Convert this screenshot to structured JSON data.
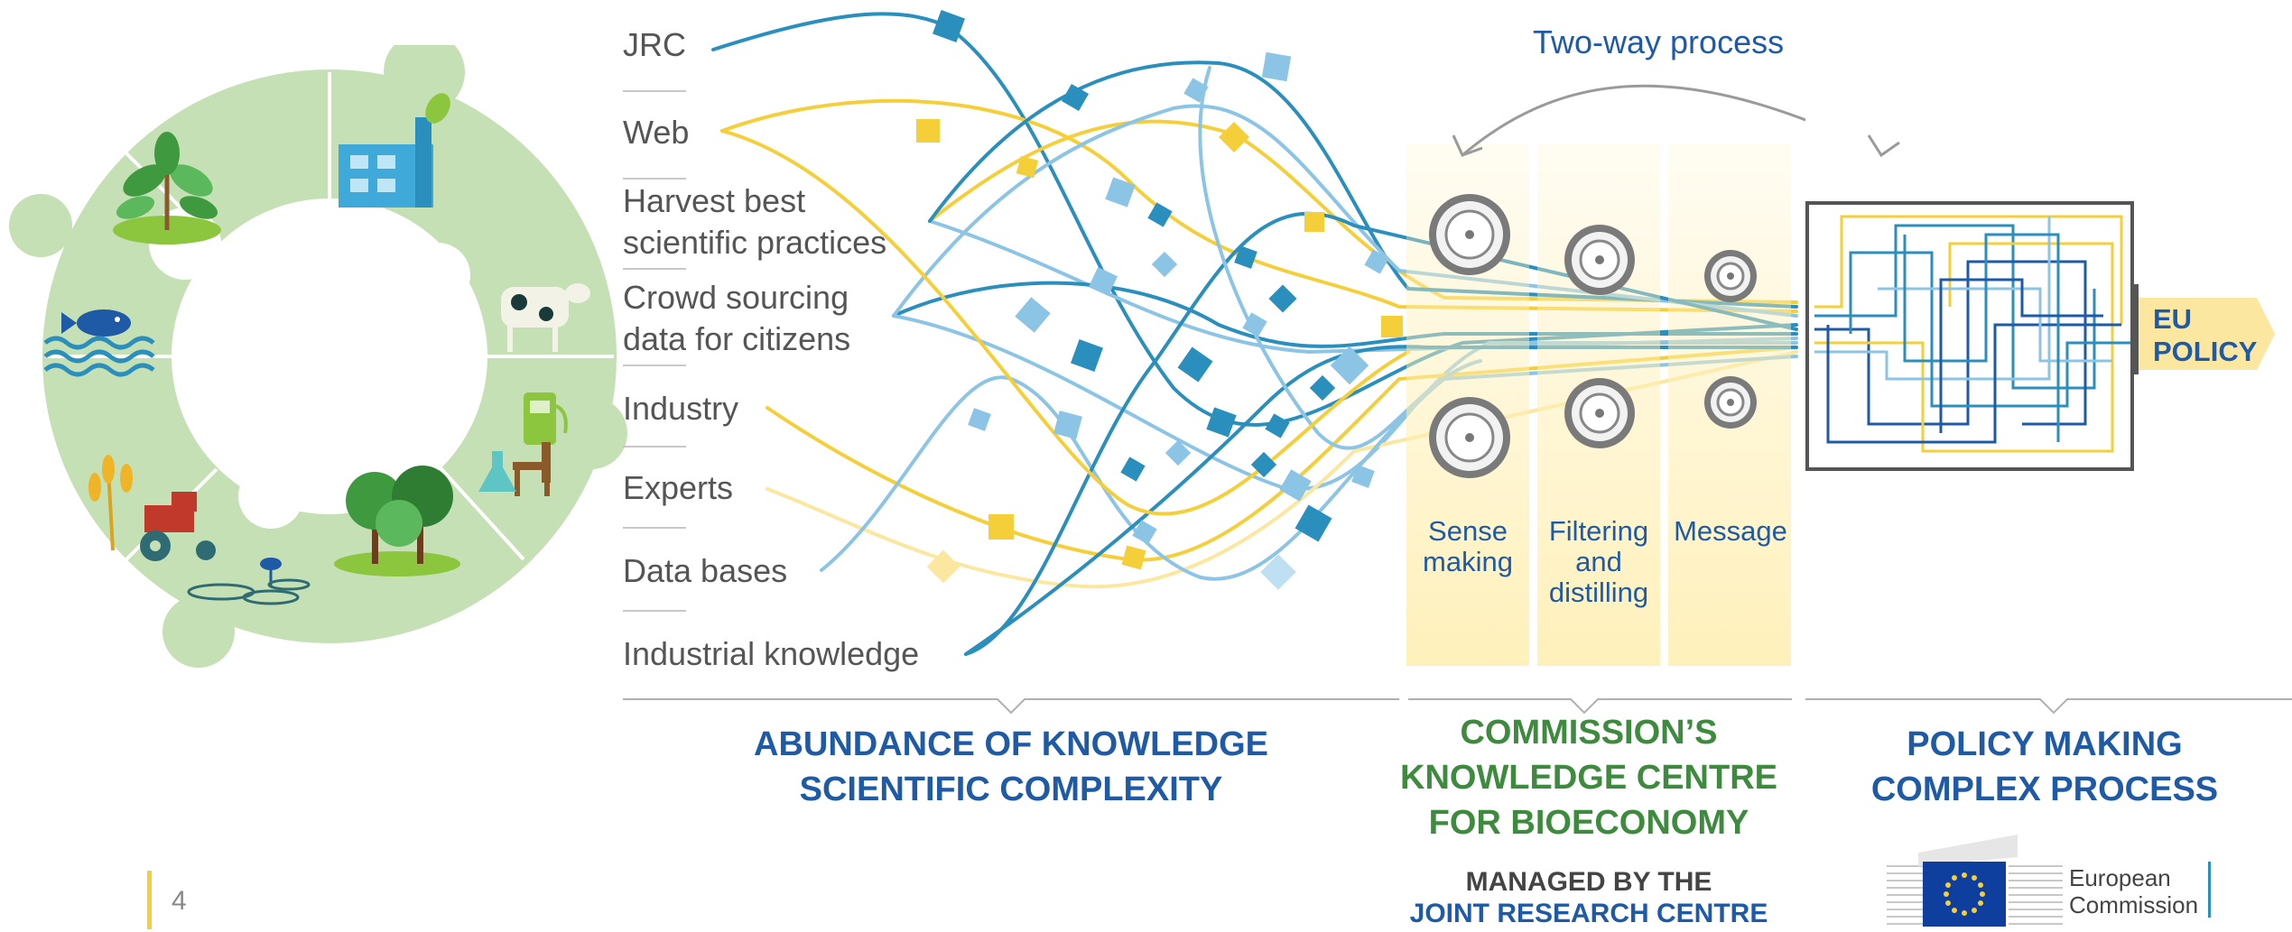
{
  "sources": [
    "JRC",
    "Web",
    "Harvest best\nscientific practices",
    "Crowd sourcing\ndata for citizens",
    "Industry",
    "Experts",
    "Data bases",
    "Industrial knowledge"
  ],
  "two_way_label": "Two-way process",
  "stages": [
    "Sense\nmaking",
    "Filtering\nand\ndistilling",
    "Message"
  ],
  "eu_policy": [
    "EU",
    "POLICY"
  ],
  "sections": {
    "knowledge": [
      "ABUNDANCE OF KNOWLEDGE",
      "SCIENTIFIC COMPLEXITY"
    ],
    "centre": [
      "COMMISSION’S",
      "KNOWLEDGE CENTRE",
      "FOR BIOECONOMY"
    ],
    "policy": [
      "POLICY MAKING",
      "COMPLEX PROCESS"
    ]
  },
  "managed_by": [
    "MANAGED BY THE",
    "JOINT RESEARCH CENTRE"
  ],
  "page_number": "4",
  "commission_logo": [
    "European",
    "Commission"
  ],
  "colors": {
    "dark_blue": "#1f5aa6",
    "teal": "#2a8fbd",
    "light_blue": "#8cc4e6",
    "yellow": "#f5cf3a",
    "green": "#3e8a3e",
    "circle_green": "#c4e0b4"
  },
  "icons": [
    "plant-icon",
    "factory-icon",
    "cow-icon",
    "fish-icon",
    "fuel-pump-icon",
    "chair-icon",
    "flask-icon",
    "wheat-icon",
    "tractor-icon",
    "trees-icon",
    "bird-icon",
    "wetland-icon"
  ]
}
